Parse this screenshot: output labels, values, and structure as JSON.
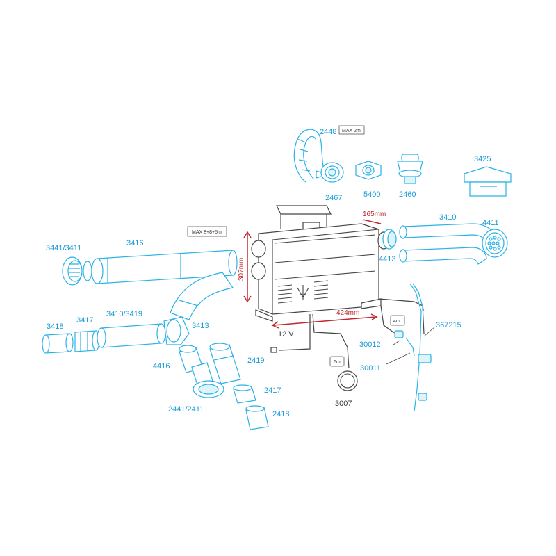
{
  "colors": {
    "part_outline": "#29b2e8",
    "label": "#1a9ad6",
    "dimension": "#c0282e",
    "heater": "#444444"
  },
  "labels": {
    "p2448": "2448",
    "max2m": "MAX 2m",
    "p2467": "2467",
    "p5400": "5400",
    "p2460": "2460",
    "p3425": "3425",
    "p3410_top": "3410",
    "p4411": "4411",
    "p4413": "4413",
    "max_8_8_5m": "MAX 8+8+5m",
    "p3441_3411": "3441/3411",
    "p3416": "3416",
    "p3418": "3418",
    "p3417": "3417",
    "p3410_3419": "3410/3419",
    "p3413": "3413",
    "p4416": "4416",
    "p2419": "2419",
    "p2441_2411": "2441/2411",
    "p2417": "2417",
    "p2418": "2418",
    "v12": "12 V",
    "m6": "6m",
    "p3007": "3007",
    "m4": "4m",
    "p30012": "30012",
    "p30011": "30011",
    "p367215": "367215"
  },
  "dimensions": {
    "height": "307mm",
    "width": "424mm",
    "depth": "165mm"
  }
}
